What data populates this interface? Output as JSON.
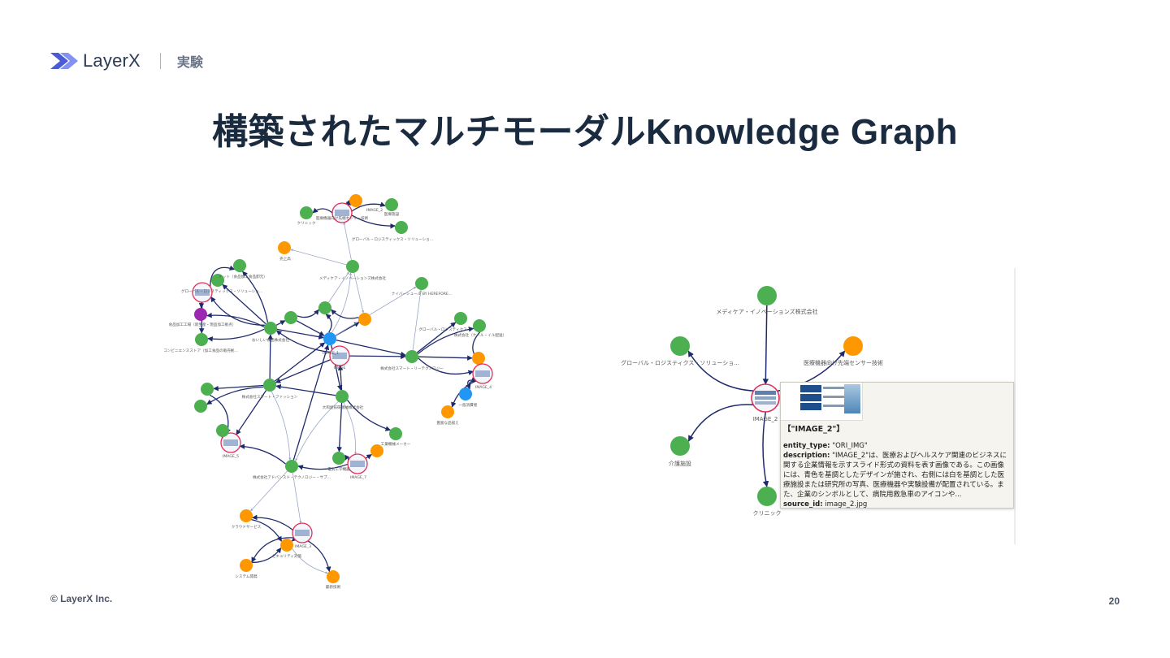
{
  "header": {
    "logo_text": "LayerX",
    "section": "実験"
  },
  "title": "構築されたマルチモーダルKnowledge Graph",
  "colors": {
    "entity": "#4caf50",
    "concept": "#ff9800",
    "selected": "#2196f3",
    "other": "#9c27b0",
    "edge": "#1f2a6b",
    "edge_faint": "#9aa6c8",
    "image_ring": "#e0305a"
  },
  "left_graph": {
    "labels": [
      "クリニック",
      "医療機器向け先端センサー技術",
      "IMAGE_2",
      "医療施設",
      "グローバル・ロジスティックス・ソリューショ...",
      "売上高",
      "メディケア・イノベーションズ株式会社",
      "ケット（食品加工食品卸元）",
      "グローバル・ロジスティックス・ソリューショ...",
      "食品加工工場（新生産・現品加工拠点）",
      "コンビニエンスストア（加工食品の販売拠...",
      "おいしい食品株式会社",
      "IMAGE_1",
      "IMAGE",
      "ナイバーシュール BY HEREFORE...",
      "グローバル・ロジスティクス",
      "株式会社（ケール・イル配送）",
      "株式会社スマート・リーテクノロジー",
      "IMAGE_4",
      "一般消費者",
      "豊富な品揃え",
      "株式会社スマート・ファッション",
      "IMAGE_5",
      "大和屋技研機械株式会社",
      "工業機械メーカー",
      "電気工学機器",
      "IMAGE_7",
      "株式会社アドバンスド・テクノロジー・サプ...",
      "クラウドサービス",
      "セキュリティ対策",
      "IMAGE_3",
      "システム開発",
      "最新技術"
    ]
  },
  "right_graph": {
    "nodes": [
      {
        "label": "メディケア・イノベーションズ株式会社",
        "kind": "entity"
      },
      {
        "label": "グローバル・ロジスティクス・ソリューショ...",
        "kind": "entity"
      },
      {
        "label": "医療機器向け先端センサー技術",
        "kind": "concept"
      },
      {
        "label": "介護施設",
        "kind": "entity"
      },
      {
        "label": "クリニック",
        "kind": "entity"
      },
      {
        "label": "IMAGE_2",
        "kind": "image"
      }
    ],
    "tooltip": {
      "heading": "【\"IMAGE_2\"】",
      "entity_type_label": "entity_type:",
      "entity_type": "\"ORI_IMG\"",
      "description_label": "description:",
      "description": "\"IMAGE_2\"は、医療およびヘルスケア関連のビジネスに関する企業情報を示すスライド形式の資料を表す画像である。この画像には、青色を基調としたデザインが施され、右側には白を基調とした医療施設または研究所の写真、医療機器や実験設備が配置されている。また、企業のシンボルとして、病院用救急車のアイコンや...",
      "source_label": "source_id:",
      "source": "image_2.jpg"
    }
  },
  "footer": {
    "copyright": "© LayerX Inc.",
    "page": "20"
  }
}
